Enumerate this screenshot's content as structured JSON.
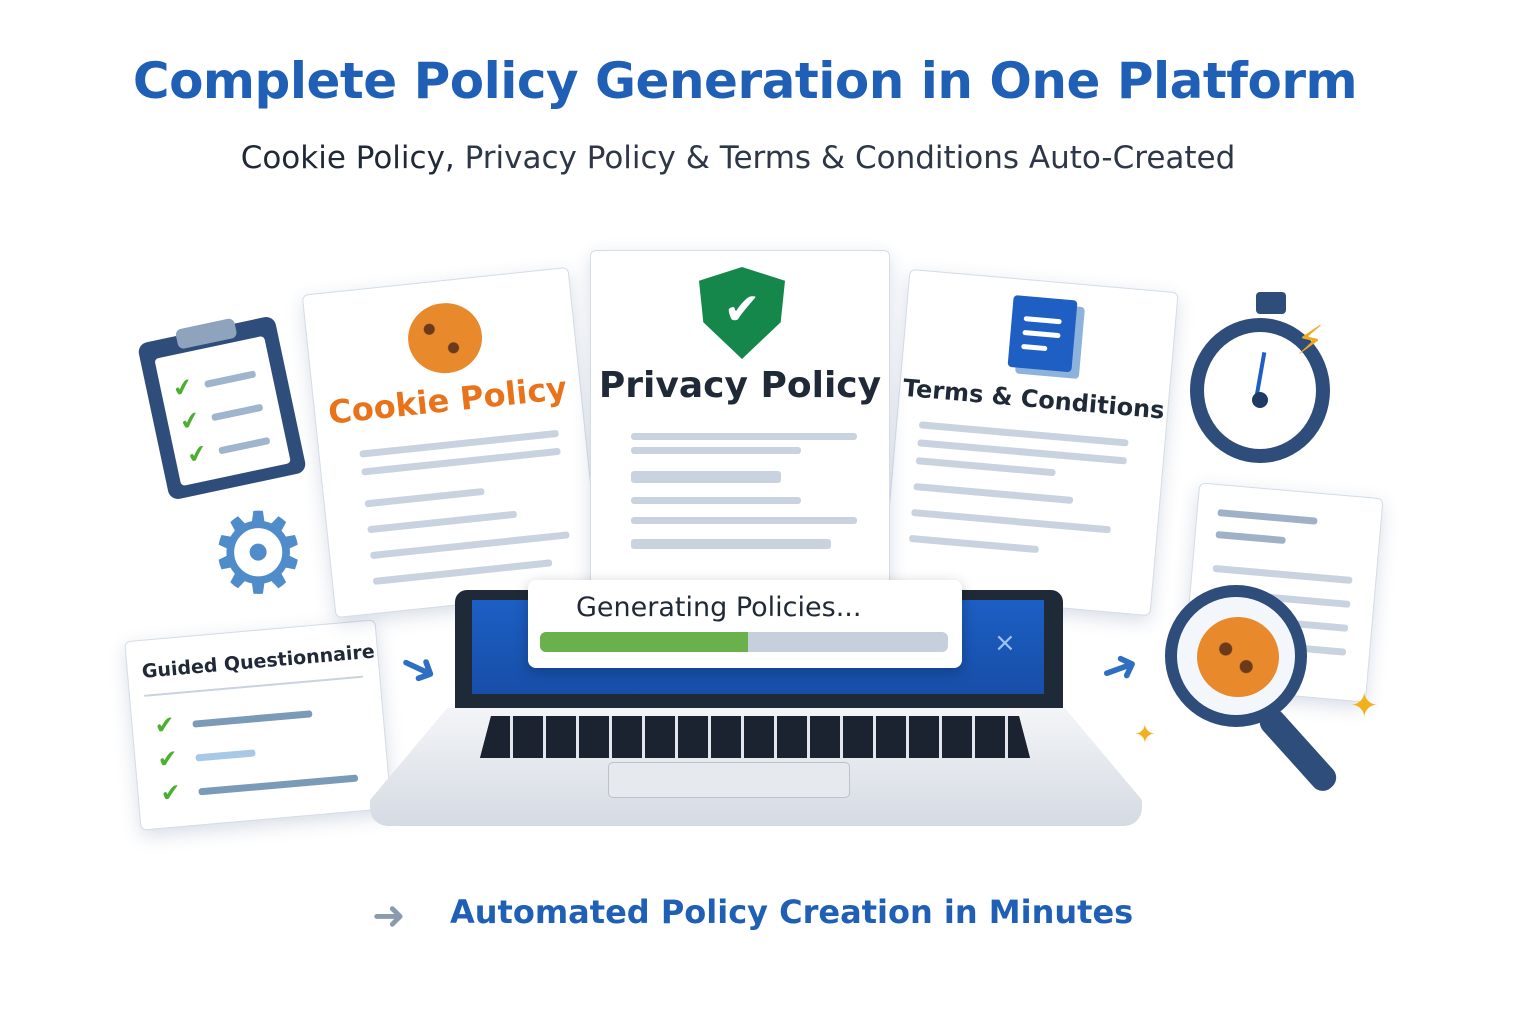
{
  "header": {
    "title": "Complete Policy Generation in One Platform",
    "subtitle_lead": "Cookie Policy,",
    "subtitle_rest": " Privacy Policy & Terms & Conditions Auto-Created"
  },
  "documents": [
    {
      "title": "Cookie Policy",
      "icon": "cookie-icon",
      "color": "#e8731a"
    },
    {
      "title": "Privacy Policy",
      "icon": "shield-check-icon",
      "color": "#1f2937"
    },
    {
      "title": "Terms & Conditions",
      "icon": "document-icon",
      "color": "#1f2937"
    }
  ],
  "questionnaire": {
    "title": "Guided Questionnaire"
  },
  "progress": {
    "label": "Generating Policies...",
    "value": 0.51,
    "close": "×"
  },
  "tagline": "Automated Policy Creation in Minutes",
  "colors": {
    "accent": "#1f5fb5",
    "progress": "#6ab04c",
    "cookie": "#e8731a",
    "shield": "#16874a"
  }
}
